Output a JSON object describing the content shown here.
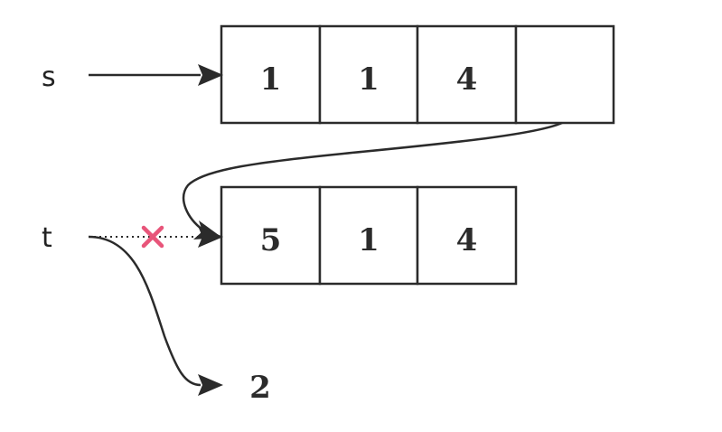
{
  "variables": {
    "s": "s",
    "t": "t"
  },
  "array_s": {
    "cells": [
      "1",
      "1",
      "4",
      ""
    ]
  },
  "array_t": {
    "cells": [
      "5",
      "1",
      "4"
    ]
  },
  "new_target": {
    "value": "2"
  },
  "colors": {
    "line": "#2b2b2b",
    "cross": "#e8557a",
    "background": "#ffffff"
  },
  "edges": [
    {
      "from": "s",
      "to": "array_s",
      "style": "solid"
    },
    {
      "from": "array_s.cell_3",
      "to": "array_t",
      "style": "solid"
    },
    {
      "from": "t",
      "to": "array_t",
      "style": "dotted",
      "broken": true
    },
    {
      "from": "t",
      "to": "new_target",
      "style": "solid"
    }
  ]
}
